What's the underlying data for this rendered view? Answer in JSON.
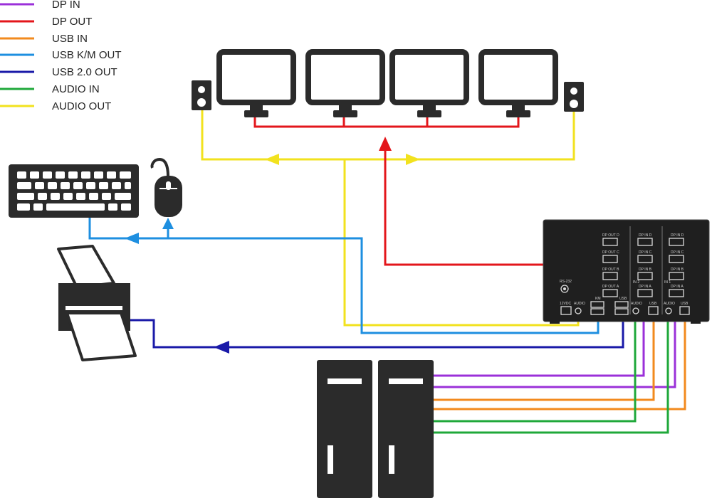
{
  "legend": [
    {
      "label": "DP IN",
      "color": "#9b30d9"
    },
    {
      "label": "DP OUT",
      "color": "#e3161b"
    },
    {
      "label": "USB IN",
      "color": "#f28a1e"
    },
    {
      "label": "USB K/M OUT",
      "color": "#1e8fe0"
    },
    {
      "label": "USB 2.0 OUT",
      "color": "#1a1aa8"
    },
    {
      "label": "AUDIO IN",
      "color": "#1fa83a"
    },
    {
      "label": "AUDIO OUT",
      "color": "#f2e21e"
    }
  ],
  "switch_labels": {
    "dp_out_d": "DP OUT D",
    "dp_out_c": "DP OUT C",
    "dp_out_b": "DP OUT B",
    "dp_out_a": "DP OUT A",
    "dp_in_d_1": "DP IN D",
    "dp_in_c_1": "DP IN C",
    "dp_in_b_1": "DP IN B",
    "dp_in_a_1": "DP IN A",
    "dp_in_d_2": "DP IN D",
    "dp_in_c_2": "DP IN C",
    "dp_in_b_2": "DP IN B",
    "dp_in_a_2": "DP IN A",
    "in2": "IN 2",
    "in1": "IN 1",
    "rs232": "RS-232",
    "power": "12VDC",
    "audio": "AUDIO",
    "km": "KM",
    "usb": "USB",
    "audio_in2": "AUDIO",
    "usb_in2": "USB",
    "audio_in1": "AUDIO",
    "usb_in1": "USB"
  },
  "colors": {
    "device": "#2b2b2b",
    "dp_in": "#9b30d9",
    "dp_out": "#e3161b",
    "usb_in": "#f28a1e",
    "usb_km_out": "#1e8fe0",
    "usb20_out": "#1a1aa8",
    "audio_in": "#1fa83a",
    "audio_out": "#f2e21e"
  }
}
